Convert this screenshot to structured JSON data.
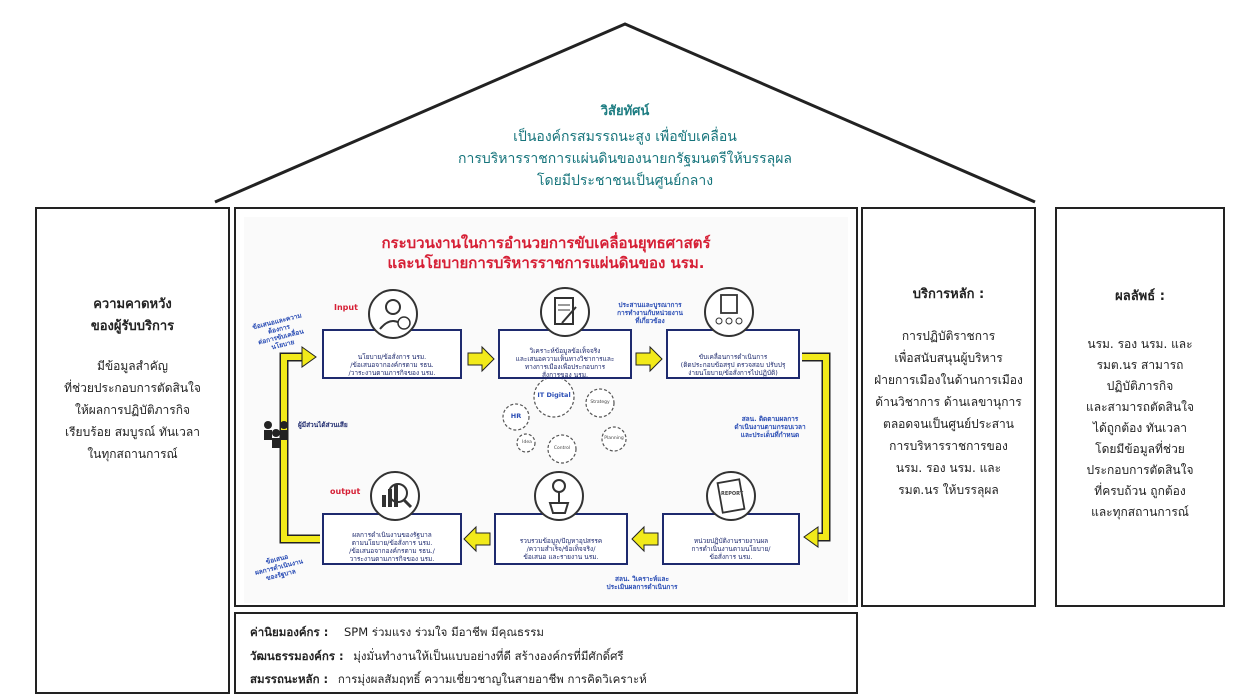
{
  "vision": {
    "title": "วิสัยทัศน์",
    "lines": [
      "เป็นองค์กรสมรรถนะสูง เพื่อขับเคลื่อน",
      "การบริหารราชการแผ่นดินของนายกรัฐมนตรีให้บรรลุผล",
      "โดยมีประชาชนเป็นศูนย์กลาง"
    ]
  },
  "left_panel": {
    "heading": [
      "ความคาดหวัง",
      "ของผู้รับบริการ"
    ],
    "lines": [
      "มีข้อมูลสำคัญ",
      "ที่ช่วยประกอบการตัดสินใจ",
      "ให้ผลการปฏิบัติภารกิจ",
      "เรียบร้อย สมบูรณ์ ทันเวลา",
      "ในทุกสถานการณ์"
    ]
  },
  "service_panel": {
    "heading": "บริการหลัก :",
    "lines": [
      "การปฏิบัติราชการ",
      "เพื่อสนับสนุนผู้บริหาร",
      "ฝ่ายการเมืองในด้านการเมือง",
      "ด้านวิชาการ ด้านเลขานุการ",
      "ตลอดจนเป็นศูนย์ประสาน",
      "การบริหารราชการของ",
      "นรม. รอง นรม. และ",
      "รมต.นร ให้บรรลุผล"
    ]
  },
  "outcome_panel": {
    "heading": "ผลลัพธ์ :",
    "lines": [
      "นรม. รอง นรม. และ",
      "รมต.นร สามารถ",
      "ปฏิบัติภารกิจ",
      "และสามารถตัดสินใจ",
      "ได้ถูกต้อง ทันเวลา",
      "โดยมีข้อมูลที่ช่วย",
      "ประกอบการตัดสินใจ",
      "ที่ครบถ้วน ถูกต้อง",
      "และทุกสถานการณ์"
    ]
  },
  "process": {
    "title": [
      "กระบวนงานในการอำนวยการขับเคลื่อนยุทธศาสตร์",
      "และนโยบายการบริหารราชการแผ่นดินของ นรม."
    ],
    "input_label": "Input",
    "output_label": "output",
    "boxes": {
      "policy": [
        "นโยบาย/ข้อสั่งการ นรม.",
        "/ข้อเสนอจากองค์กรตาม รธน.",
        "/วาระงานตามภารกิจของ นรม."
      ],
      "analyze": [
        "วิเคราะห์ข้อมูลข้อเท็จจริง",
        "และเสนอความเห็นทางวิชาการและ",
        "ทางการเมืองเพื่อประกอบการ",
        "สั่งการของ นรม."
      ],
      "drive": [
        "ขับเคลื่อนการดำเนินการ",
        "(ติดประกอบข้อสรุป ตรวจสอบ ปรับปรุ",
        "ง่ายนโยบาย/ข้อสั่งการไปปฏิบัติ)"
      ],
      "result": [
        "ผลการดำเนินงานของรัฐบาล",
        "ตามนโยบาย/ข้อสั่งการ นรม.",
        "/ข้อเสนอจากองค์กรตาม รธน./",
        "วาระงานตามภารกิจของ นรม."
      ],
      "collect": [
        "รวบรวมข้อมูล/ปัญหาอุปสรรค",
        "/ความสำเร็จ/ข้อเท็จจริง/",
        "ข้อเสนอ และรายงาน นรม."
      ],
      "units": [
        "หน่วยปฏิบัติงานรายงานผล",
        "การดำเนินงานตามนโยบาย/",
        "ข้อสั่งการ นรม."
      ]
    },
    "notes": {
      "coordinate": [
        "ประสานและบูรณาการ",
        "การทำงานกับหน่วยงาน",
        "ที่เกี่ยวข้อง"
      ],
      "monitor": [
        "สลน. ติดตามผลการ",
        "ดำเนินงานตามกรอบเวลา",
        "และประเด็นที่กำหนด"
      ],
      "evaluate": [
        "สลน. วิเคราะห์และ",
        "ประเมินผลการดำเนินการ"
      ],
      "stakeholders": "ผู้มีส่วนได้ส่วนเสีย",
      "left_top": [
        "ข้อเสนอและความต้องการ",
        "ต่อการขับเคลื่อนนโยบาย"
      ],
      "left_bottom": [
        "ข้อเสนอ",
        "ผลการดำเนินงาน",
        "ของรัฐบาล"
      ],
      "report_word": "REPORT"
    },
    "gears": [
      "HR",
      "IT Digital",
      "Idea",
      "Strategy",
      "Control",
      "Planning"
    ]
  },
  "footer": {
    "values": {
      "label": "ค่านิยมองค์กร :",
      "text": "SPM ร่วมแรง ร่วมใจ มีอาชีพ มีคุณธรรม"
    },
    "culture": {
      "label": "วัฒนธรรมองค์กร :",
      "text": "มุ่งมั่นทำงานให้เป็นแบบอย่างที่ดี สร้างองค์กรที่มีศักดิ์ศรี"
    },
    "competency": {
      "label": "สมรรถนะหลัก :",
      "text": "การมุ่งผลสัมฤทธิ์ ความเชี่ยวชาญในสายอาชีพ การคิดวิเคราะห์"
    }
  },
  "colors": {
    "teal": "#1d7d82",
    "red": "#d61f35",
    "navy": "#1e2a6e",
    "yellow": "#f2ea1a"
  }
}
